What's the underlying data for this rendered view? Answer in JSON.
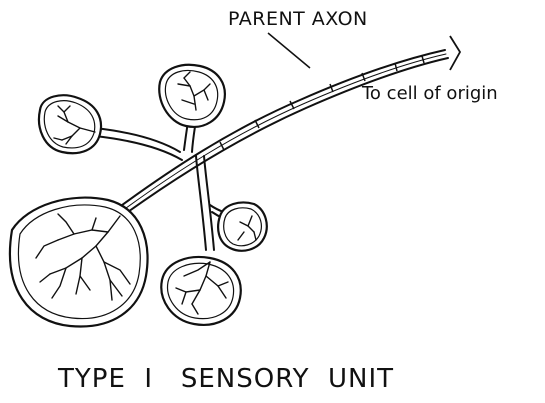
{
  "labels": {
    "parent_axon": "PARENT AXON",
    "to_cell_of_origin": "To cell of origin",
    "title": "TYPE  I   SENSORY  UNIT"
  },
  "colors": {
    "ink": "#111111",
    "paper": "#ffffff"
  }
}
